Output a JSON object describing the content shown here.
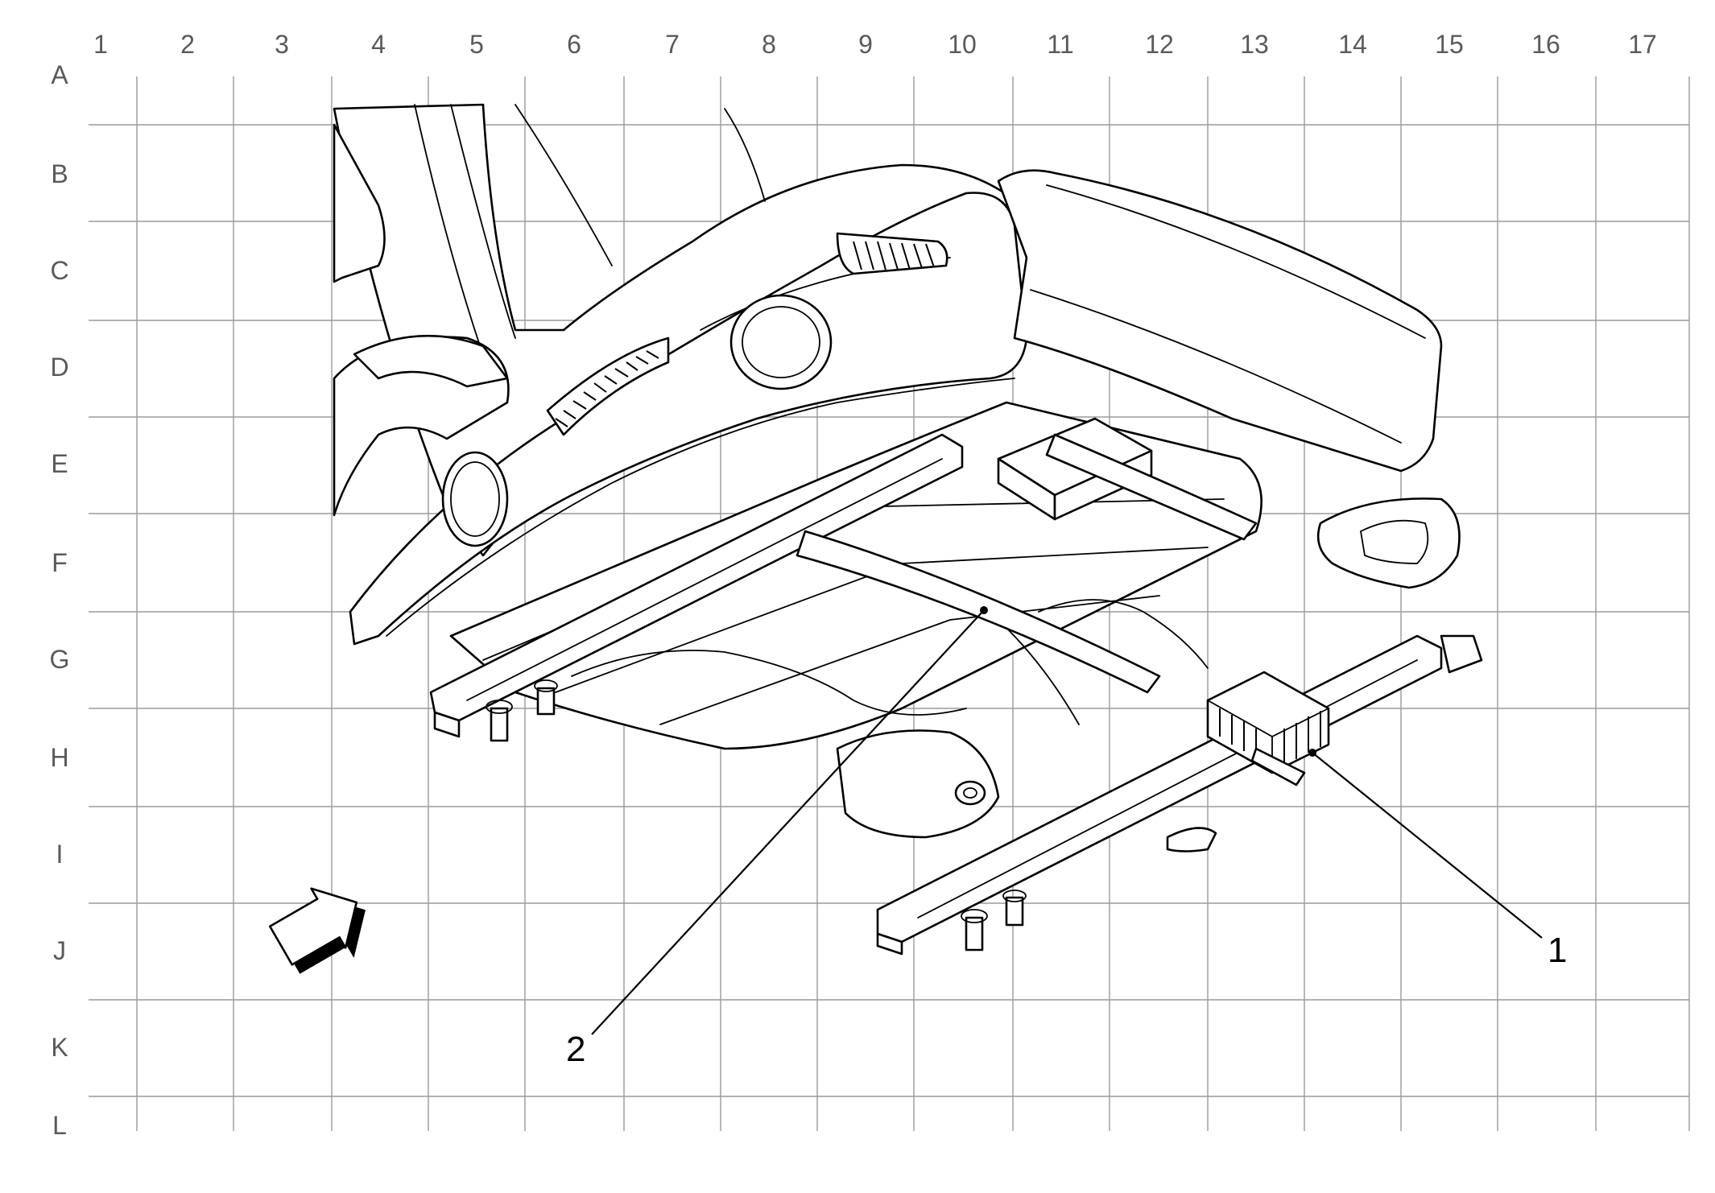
{
  "grid": {
    "columns": [
      "1",
      "2",
      "3",
      "4",
      "5",
      "6",
      "7",
      "8",
      "9",
      "10",
      "11",
      "12",
      "13",
      "14",
      "15",
      "16",
      "17"
    ],
    "rows": [
      "A",
      "B",
      "C",
      "D",
      "E",
      "F",
      "G",
      "H",
      "I",
      "J",
      "K",
      "L"
    ]
  },
  "callouts": [
    {
      "id": "1",
      "label": "1"
    },
    {
      "id": "2",
      "label": "2"
    }
  ],
  "icons": {
    "view_arrow": "view-direction-arrow-icon"
  },
  "colors": {
    "background": "#ffffff",
    "line": "#000000",
    "grid": "#9a9a9a",
    "grid_text": "#5a5a5a"
  }
}
